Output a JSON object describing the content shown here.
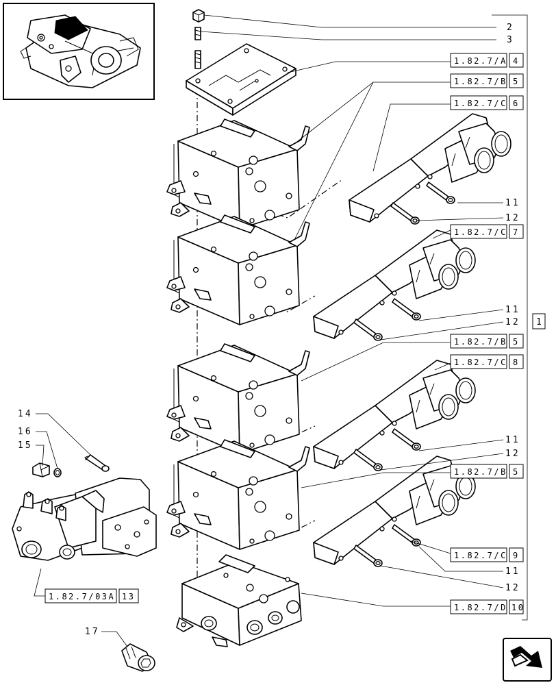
{
  "refs": {
    "r4": "1.82.7/A",
    "n4": "4",
    "r5a": "1.82.7/B",
    "n5a": "5",
    "r6": "1.82.7/C",
    "n6": "6",
    "r7": "1.82.7/C",
    "n7": "7",
    "r5b": "1.82.7/B",
    "n5b": "5",
    "r8": "1.82.7/C",
    "n8": "8",
    "r5c": "1.82.7/B",
    "n5c": "5",
    "r9": "1.82.7/C",
    "n9": "9",
    "r10": "1.82.7/D",
    "n10": "10",
    "r13": "1.82.7/03A",
    "n13": "13"
  },
  "callouts": {
    "c2": "2",
    "c3": "3",
    "c1": "1",
    "c11a": "11",
    "c12a": "12",
    "c11b": "11",
    "c12b": "12",
    "c11c": "11",
    "c12c": "12",
    "c11d": "11",
    "c12d": "12",
    "c14": "14",
    "c16": "16",
    "c15": "15",
    "c17": "17"
  },
  "icons": {
    "thumbnail": "tractor-rear-housing-thumbnail",
    "nav": "next-page-arrow-icon"
  }
}
